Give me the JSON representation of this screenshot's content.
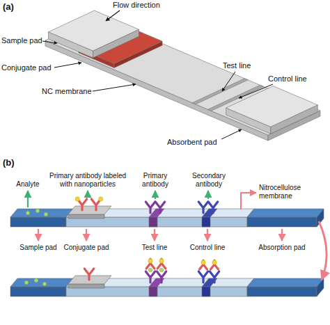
{
  "diagram": {
    "labels": [
      "(a)",
      "Flow direction",
      "Sample pad",
      "Conjugate pad",
      "NC membrane",
      "Test line",
      "Control line",
      "Absorbent pad",
      "(b)",
      "Analyte",
      "Primary antibody labeled with nanoparticles",
      "Primary antibody",
      "Secondary antibody",
      "Nitrocellulose membrane",
      "Sample pad",
      "Conjugate pad",
      "Test line",
      "Control line",
      "Absorption pad"
    ]
  }
}
